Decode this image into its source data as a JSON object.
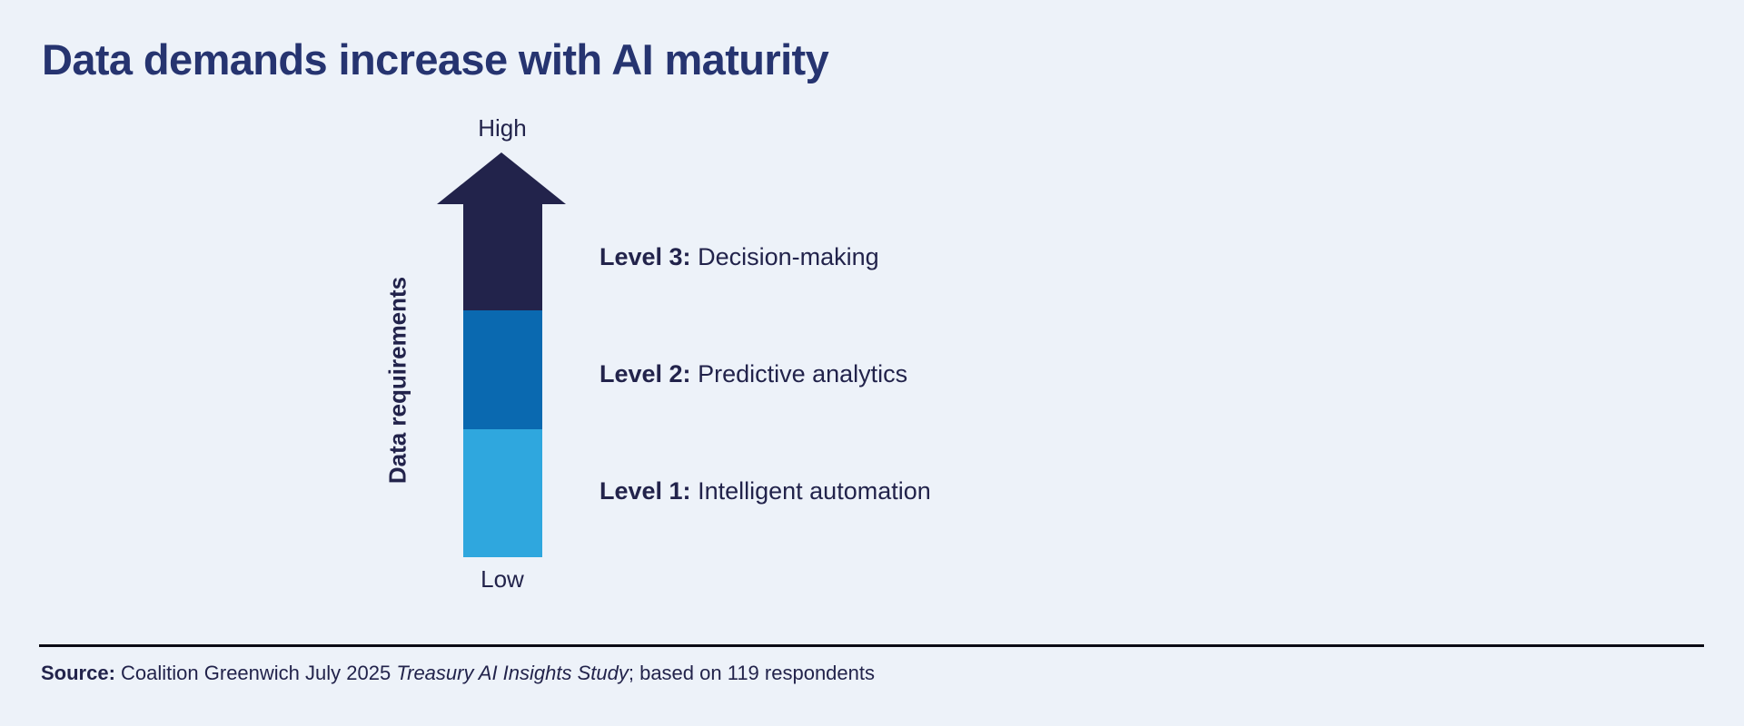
{
  "title": "Data demands increase with AI maturity",
  "diagram": {
    "type": "stacked-arrow",
    "axis": {
      "title": "Data requirements",
      "high_label": "High",
      "low_label": "Low"
    },
    "levels": [
      {
        "prefix": "Level 1:",
        "name": "Intelligent automation",
        "color": "#2FA7DE"
      },
      {
        "prefix": "Level 2:",
        "name": "Predictive analytics",
        "color": "#0A69B0"
      },
      {
        "prefix": "Level 3:",
        "name": "Decision-making",
        "color": "#22234B"
      }
    ]
  },
  "colors": {
    "background": "#EDF2F9",
    "title": "#263470",
    "text": "#22234B",
    "rule": "#0B0B14"
  },
  "source": {
    "label": "Source:",
    "text_before": " Coalition Greenwich July 2025 ",
    "italic": "Treasury AI Insights Study",
    "text_after": "; based on 119 respondents"
  }
}
